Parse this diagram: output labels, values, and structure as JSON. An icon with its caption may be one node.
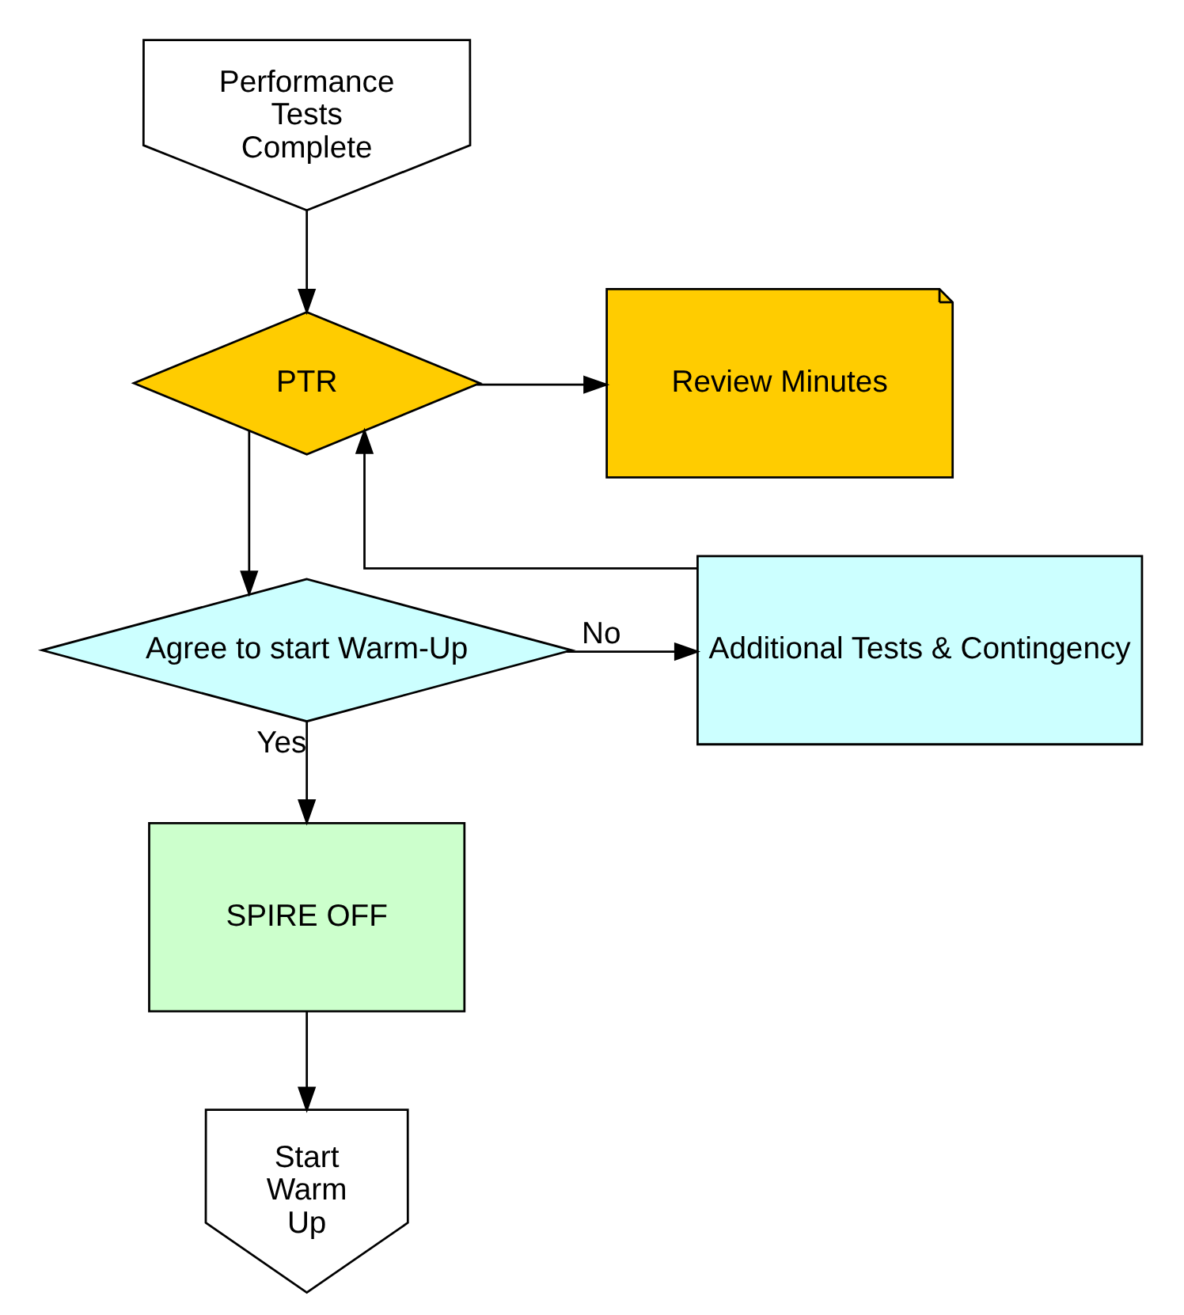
{
  "diagram": {
    "nodes": [
      {
        "text": [
          "Performance Tests Complete"
        ]
      },
      {
        "text": [
          "PTR"
        ]
      },
      {
        "text": [
          "Review Minutes"
        ]
      },
      {
        "text": [
          "Agree to start Warm-Up"
        ]
      },
      {
        "text": [
          "Additional Tests & Contingency"
        ]
      },
      {
        "text": [
          "SPIRE OFF"
        ]
      },
      {
        "text": [
          "Start Warm Up"
        ]
      }
    ],
    "edges": [
      {
        "from": 0,
        "to": 1,
        "arrow": "to"
      },
      {
        "from": 1,
        "to": 2,
        "arrow": "to"
      },
      {
        "from": 1,
        "to": 3,
        "arrow": "to"
      },
      {
        "from": 3,
        "to": 4,
        "arrow": "to",
        "label": "No"
      },
      {
        "from": 4,
        "to": 1,
        "arrow": "to"
      },
      {
        "from": 3,
        "to": 5,
        "arrow": "to",
        "label": "Yes"
      },
      {
        "from": 5,
        "to": 6,
        "arrow": "to"
      }
    ]
  }
}
